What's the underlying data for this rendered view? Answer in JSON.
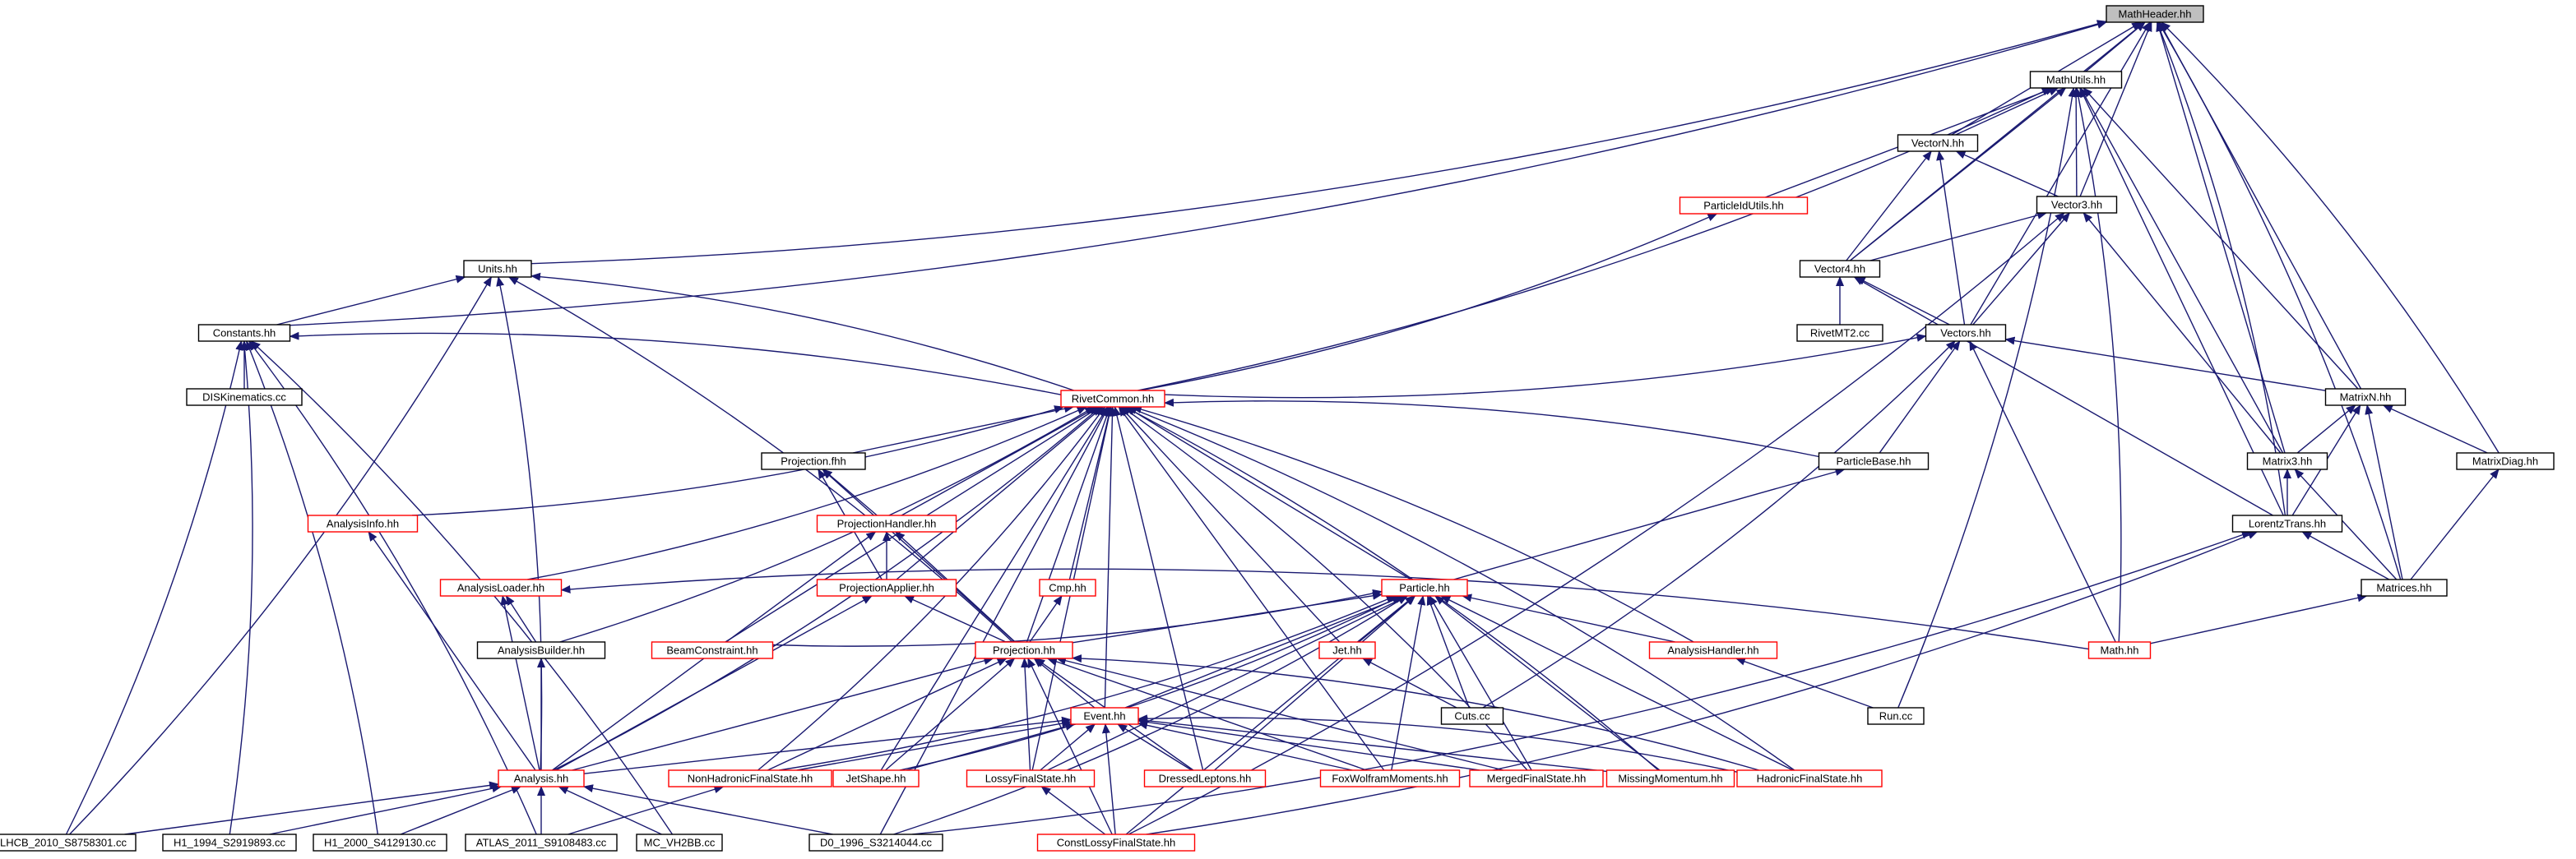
{
  "colors": {
    "edge": "#191970",
    "box_black": "#000000",
    "box_red": "#ff0000",
    "highlight_fill": "#bfbfbf",
    "background": "#ffffff"
  },
  "nodes": [
    {
      "id": "MathHeader",
      "label": "MathHeader.hh",
      "border": "black",
      "highlight": true
    },
    {
      "id": "MathUtils",
      "label": "MathUtils.hh",
      "border": "black"
    },
    {
      "id": "VectorN",
      "label": "VectorN.hh",
      "border": "black"
    },
    {
      "id": "ParticleIdUtils",
      "label": "ParticleIdUtils.hh",
      "border": "red"
    },
    {
      "id": "Vector3",
      "label": "Vector3.hh",
      "border": "black"
    },
    {
      "id": "Units",
      "label": "Units.hh",
      "border": "black"
    },
    {
      "id": "Vector4",
      "label": "Vector4.hh",
      "border": "black"
    },
    {
      "id": "Constants",
      "label": "Constants.hh",
      "border": "black"
    },
    {
      "id": "RivetMT2",
      "label": "RivetMT2.cc",
      "border": "black"
    },
    {
      "id": "Vectors",
      "label": "Vectors.hh",
      "border": "black"
    },
    {
      "id": "DISKinematics",
      "label": "DISKinematics.cc",
      "border": "black"
    },
    {
      "id": "RivetCommon",
      "label": "RivetCommon.hh",
      "border": "red"
    },
    {
      "id": "MatrixN",
      "label": "MatrixN.hh",
      "border": "black"
    },
    {
      "id": "Projectionfhh",
      "label": "Projection.fhh",
      "border": "black"
    },
    {
      "id": "ParticleBase",
      "label": "ParticleBase.hh",
      "border": "black"
    },
    {
      "id": "Matrix3",
      "label": "Matrix3.hh",
      "border": "black"
    },
    {
      "id": "MatrixDiag",
      "label": "MatrixDiag.hh",
      "border": "black"
    },
    {
      "id": "AnalysisInfo",
      "label": "AnalysisInfo.hh",
      "border": "red"
    },
    {
      "id": "ProjectionHandler",
      "label": "ProjectionHandler.hh",
      "border": "red"
    },
    {
      "id": "LorentzTrans",
      "label": "LorentzTrans.hh",
      "border": "black"
    },
    {
      "id": "AnalysisLoader",
      "label": "AnalysisLoader.hh",
      "border": "red"
    },
    {
      "id": "ProjectionApplier",
      "label": "ProjectionApplier.hh",
      "border": "red"
    },
    {
      "id": "Cmp",
      "label": "Cmp.hh",
      "border": "red"
    },
    {
      "id": "Particle",
      "label": "Particle.hh",
      "border": "red"
    },
    {
      "id": "Matrices",
      "label": "Matrices.hh",
      "border": "black"
    },
    {
      "id": "AnalysisBuilder",
      "label": "AnalysisBuilder.hh",
      "border": "black"
    },
    {
      "id": "BeamConstraint",
      "label": "BeamConstraint.hh",
      "border": "red"
    },
    {
      "id": "Projection",
      "label": "Projection.hh",
      "border": "red"
    },
    {
      "id": "Jet",
      "label": "Jet.hh",
      "border": "red"
    },
    {
      "id": "AnalysisHandler",
      "label": "AnalysisHandler.hh",
      "border": "red"
    },
    {
      "id": "Math",
      "label": "Math.hh",
      "border": "red"
    },
    {
      "id": "Cuts",
      "label": "Cuts.cc",
      "border": "black"
    },
    {
      "id": "Run",
      "label": "Run.cc",
      "border": "black"
    },
    {
      "id": "Event",
      "label": "Event.hh",
      "border": "red"
    },
    {
      "id": "Analysis",
      "label": "Analysis.hh",
      "border": "red"
    },
    {
      "id": "NonHadronicFinalState",
      "label": "NonHadronicFinalState.hh",
      "border": "red"
    },
    {
      "id": "JetShape",
      "label": "JetShape.hh",
      "border": "red"
    },
    {
      "id": "LossyFinalState",
      "label": "LossyFinalState.hh",
      "border": "red"
    },
    {
      "id": "DressedLeptons",
      "label": "DressedLeptons.hh",
      "border": "red"
    },
    {
      "id": "FoxWolframMoments",
      "label": "FoxWolframMoments.hh",
      "border": "red"
    },
    {
      "id": "MergedFinalState",
      "label": "MergedFinalState.hh",
      "border": "red"
    },
    {
      "id": "MissingMomentum",
      "label": "MissingMomentum.hh",
      "border": "red"
    },
    {
      "id": "HadronicFinalState",
      "label": "HadronicFinalState.hh",
      "border": "red"
    },
    {
      "id": "LHCB",
      "label": "LHCB_2010_S8758301.cc",
      "border": "black"
    },
    {
      "id": "H1_1994",
      "label": "H1_1994_S2919893.cc",
      "border": "black"
    },
    {
      "id": "H1_2000",
      "label": "H1_2000_S4129130.cc",
      "border": "black"
    },
    {
      "id": "ATLAS",
      "label": "ATLAS_2011_S9108483.cc",
      "border": "black"
    },
    {
      "id": "MC_VH2BB",
      "label": "MC_VH2BB.cc",
      "border": "black"
    },
    {
      "id": "D0",
      "label": "D0_1996_S3214044.cc",
      "border": "black"
    },
    {
      "id": "ConstLossy",
      "label": "ConstLossyFinalState.hh",
      "border": "red"
    }
  ],
  "edges": [
    [
      "MathUtils",
      "MathHeader"
    ],
    [
      "VectorN",
      "MathHeader"
    ],
    [
      "Vector3",
      "MathHeader"
    ],
    [
      "Vector4",
      "MathHeader"
    ],
    [
      "Vectors",
      "MathHeader"
    ],
    [
      "Units",
      "MathHeader"
    ],
    [
      "Constants",
      "MathHeader"
    ],
    [
      "Matrix3",
      "MathHeader"
    ],
    [
      "MatrixN",
      "MathHeader"
    ],
    [
      "MatrixDiag",
      "MathHeader"
    ],
    [
      "LorentzTrans",
      "MathHeader"
    ],
    [
      "Matrices",
      "MathHeader"
    ],
    [
      "VectorN",
      "MathUtils"
    ],
    [
      "Vector3",
      "MathUtils"
    ],
    [
      "Vector4",
      "MathUtils"
    ],
    [
      "ParticleIdUtils",
      "MathUtils"
    ],
    [
      "RivetCommon",
      "MathUtils"
    ],
    [
      "Matrix3",
      "MathUtils"
    ],
    [
      "MatrixN",
      "MathUtils"
    ],
    [
      "LorentzTrans",
      "MathUtils"
    ],
    [
      "Math",
      "MathUtils"
    ],
    [
      "Run",
      "MathUtils"
    ],
    [
      "Vector4",
      "VectorN"
    ],
    [
      "Vector3",
      "VectorN"
    ],
    [
      "Vectors",
      "VectorN"
    ],
    [
      "Vector4",
      "Vector3"
    ],
    [
      "Vectors",
      "Vector3"
    ],
    [
      "Matrix3",
      "Vector3"
    ],
    [
      "ConstLossy",
      "Vector3"
    ],
    [
      "RivetCommon",
      "ParticleIdUtils"
    ],
    [
      "Vectors",
      "Vector4"
    ],
    [
      "RivetMT2",
      "Vector4"
    ],
    [
      "LorentzTrans",
      "Vector4"
    ],
    [
      "Constants",
      "Units"
    ],
    [
      "RivetCommon",
      "Units"
    ],
    [
      "Analysis",
      "Units"
    ],
    [
      "LHCB",
      "Units"
    ],
    [
      "Projection",
      "Units"
    ],
    [
      "DISKinematics",
      "Constants"
    ],
    [
      "RivetCommon",
      "Constants"
    ],
    [
      "LHCB",
      "Constants"
    ],
    [
      "H1_1994",
      "Constants"
    ],
    [
      "H1_2000",
      "Constants"
    ],
    [
      "ATLAS",
      "Constants"
    ],
    [
      "MC_VH2BB",
      "Constants"
    ],
    [
      "RivetCommon",
      "Vectors"
    ],
    [
      "MatrixN",
      "Vectors"
    ],
    [
      "ParticleBase",
      "Vectors"
    ],
    [
      "Math",
      "Vectors"
    ],
    [
      "Cuts",
      "Vectors"
    ],
    [
      "Matrix3",
      "MatrixN"
    ],
    [
      "MatrixDiag",
      "MatrixN"
    ],
    [
      "LorentzTrans",
      "MatrixN"
    ],
    [
      "Matrices",
      "MatrixN"
    ],
    [
      "LorentzTrans",
      "Matrix3"
    ],
    [
      "Matrices",
      "Matrix3"
    ],
    [
      "Matrices",
      "MatrixDiag"
    ],
    [
      "Matrices",
      "LorentzTrans"
    ],
    [
      "D0",
      "LorentzTrans"
    ],
    [
      "ConstLossy",
      "LorentzTrans"
    ],
    [
      "Math",
      "Matrices"
    ],
    [
      "Projectionfhh",
      "RivetCommon"
    ],
    [
      "ProjectionHandler",
      "RivetCommon"
    ],
    [
      "ProjectionApplier",
      "RivetCommon"
    ],
    [
      "AnalysisInfo",
      "RivetCommon"
    ],
    [
      "AnalysisLoader",
      "RivetCommon"
    ],
    [
      "AnalysisBuilder",
      "RivetCommon"
    ],
    [
      "BeamConstraint",
      "RivetCommon"
    ],
    [
      "Cmp",
      "RivetCommon"
    ],
    [
      "Projection",
      "RivetCommon"
    ],
    [
      "Particle",
      "RivetCommon"
    ],
    [
      "Jet",
      "RivetCommon"
    ],
    [
      "ParticleBase",
      "RivetCommon"
    ],
    [
      "AnalysisHandler",
      "RivetCommon"
    ],
    [
      "Event",
      "RivetCommon"
    ],
    [
      "Analysis",
      "RivetCommon"
    ],
    [
      "NonHadronicFinalState",
      "RivetCommon"
    ],
    [
      "JetShape",
      "RivetCommon"
    ],
    [
      "LossyFinalState",
      "RivetCommon"
    ],
    [
      "DressedLeptons",
      "RivetCommon"
    ],
    [
      "FoxWolframMoments",
      "RivetCommon"
    ],
    [
      "MergedFinalState",
      "RivetCommon"
    ],
    [
      "MissingMomentum",
      "RivetCommon"
    ],
    [
      "HadronicFinalState",
      "RivetCommon"
    ],
    [
      "D0",
      "RivetCommon"
    ],
    [
      "ProjectionHandler",
      "Projectionfhh"
    ],
    [
      "ProjectionApplier",
      "Projectionfhh"
    ],
    [
      "Projection",
      "Projectionfhh"
    ],
    [
      "ProjectionApplier",
      "ProjectionHandler"
    ],
    [
      "Projection",
      "ProjectionHandler"
    ],
    [
      "Analysis",
      "ProjectionHandler"
    ],
    [
      "Particle",
      "ParticleBase"
    ],
    [
      "Analysis",
      "AnalysisInfo"
    ],
    [
      "AnalysisBuilder",
      "AnalysisLoader"
    ],
    [
      "Analysis",
      "AnalysisLoader"
    ],
    [
      "Math",
      "AnalysisLoader"
    ],
    [
      "Projection",
      "ProjectionApplier"
    ],
    [
      "Analysis",
      "ProjectionApplier"
    ],
    [
      "Projection",
      "Cmp"
    ],
    [
      "Analysis",
      "AnalysisBuilder"
    ],
    [
      "Projection",
      "Particle"
    ],
    [
      "Jet",
      "Particle"
    ],
    [
      "AnalysisHandler",
      "Particle"
    ],
    [
      "Cuts",
      "Particle"
    ],
    [
      "BeamConstraint",
      "Particle"
    ],
    [
      "Event",
      "Particle"
    ],
    [
      "JetShape",
      "Particle"
    ],
    [
      "NonHadronicFinalState",
      "Particle"
    ],
    [
      "LossyFinalState",
      "Particle"
    ],
    [
      "MergedFinalState",
      "Particle"
    ],
    [
      "MissingMomentum",
      "Particle"
    ],
    [
      "HadronicFinalState",
      "Particle"
    ],
    [
      "DressedLeptons",
      "Particle"
    ],
    [
      "FoxWolframMoments",
      "Particle"
    ],
    [
      "D0",
      "Particle"
    ],
    [
      "ConstLossy",
      "Particle"
    ],
    [
      "Cuts",
      "Jet"
    ],
    [
      "Run",
      "AnalysisHandler"
    ],
    [
      "Event",
      "Projection"
    ],
    [
      "Analysis",
      "Projection"
    ],
    [
      "NonHadronicFinalState",
      "Projection"
    ],
    [
      "JetShape",
      "Projection"
    ],
    [
      "LossyFinalState",
      "Projection"
    ],
    [
      "DressedLeptons",
      "Projection"
    ],
    [
      "FoxWolframMoments",
      "Projection"
    ],
    [
      "MergedFinalState",
      "Projection"
    ],
    [
      "HadronicFinalState",
      "Projection"
    ],
    [
      "ConstLossy",
      "Projection"
    ],
    [
      "Analysis",
      "Event"
    ],
    [
      "NonHadronicFinalState",
      "Event"
    ],
    [
      "JetShape",
      "Event"
    ],
    [
      "LossyFinalState",
      "Event"
    ],
    [
      "DressedLeptons",
      "Event"
    ],
    [
      "FoxWolframMoments",
      "Event"
    ],
    [
      "MergedFinalState",
      "Event"
    ],
    [
      "MissingMomentum",
      "Event"
    ],
    [
      "HadronicFinalState",
      "Event"
    ],
    [
      "ConstLossy",
      "Event"
    ],
    [
      "LHCB",
      "Analysis"
    ],
    [
      "H1_1994",
      "Analysis"
    ],
    [
      "H1_2000",
      "Analysis"
    ],
    [
      "ATLAS",
      "Analysis"
    ],
    [
      "MC_VH2BB",
      "Analysis"
    ],
    [
      "D0",
      "Analysis"
    ],
    [
      "ATLAS",
      "NonHadronicFinalState"
    ],
    [
      "ConstLossy",
      "LossyFinalState"
    ]
  ]
}
